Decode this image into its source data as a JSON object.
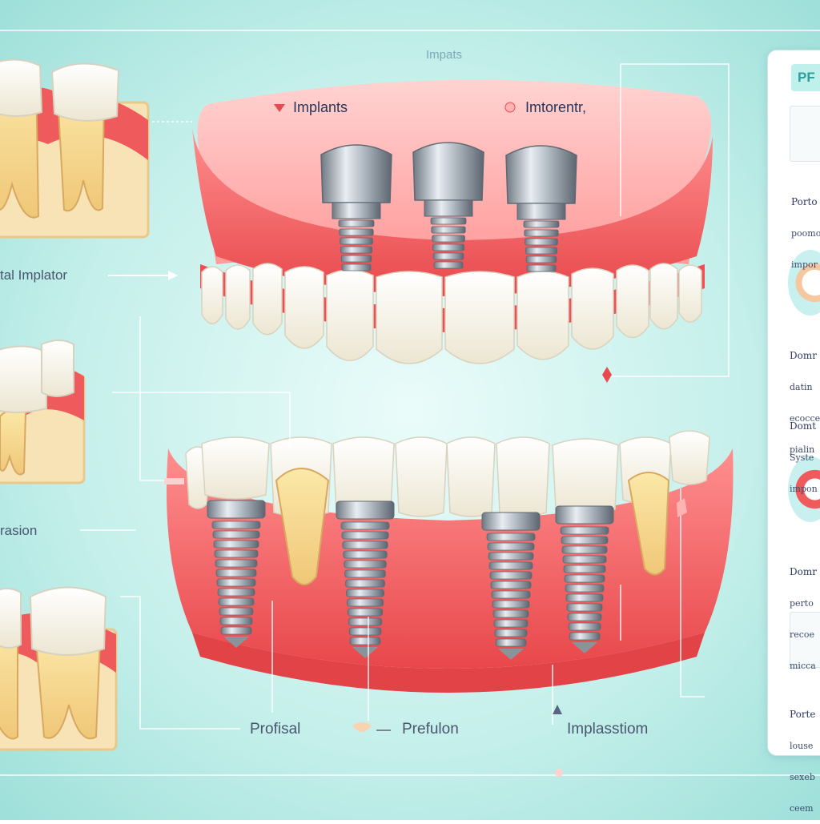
{
  "labels": {
    "top_title": "Impats",
    "implants": "Implants",
    "improvements": "Imtorentr,",
    "left_upper": "tal Implator",
    "left_middle": "rasion",
    "bottom_left": "Profisal",
    "bottom_middle": "Prefulon",
    "bottom_right": "Implasstiom"
  },
  "side_panel": {
    "tab": "PF",
    "items": [
      {
        "heading": "Porto",
        "lines": [
          "poomo",
          "impor"
        ]
      },
      {
        "heading": "Domr",
        "lines": [
          "datin",
          "ecocce",
          "pialin"
        ]
      },
      {
        "heading": "Domt",
        "lines": [
          "Syste",
          "impon"
        ]
      },
      {
        "heading": "Domr",
        "lines": [
          "perto",
          "recoe",
          "micca"
        ]
      },
      {
        "heading": "Porte",
        "lines": [
          "louse",
          "sexeb",
          "ceem"
        ]
      }
    ]
  },
  "colors": {
    "background": "#bfeeea",
    "gum": "#f25a5c",
    "gum_light": "#ffb6b6",
    "tooth": "#fbf8ee",
    "bone": "#f8e3b6",
    "metal": "#9aa3ad",
    "accent": "#2f9c9c"
  }
}
